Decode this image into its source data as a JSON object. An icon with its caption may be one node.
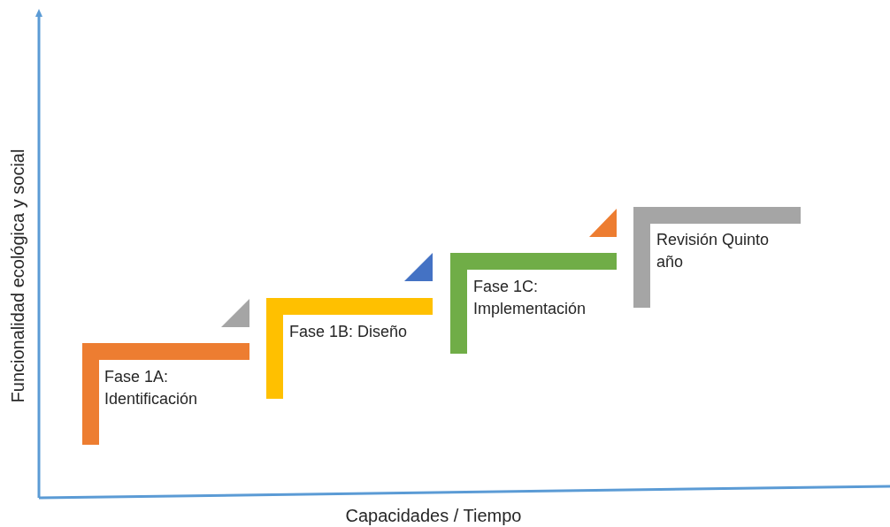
{
  "diagram": {
    "nodes": [
      {
        "text": [
          "Fase 1A: Identificación"
        ]
      },
      {
        "text": [
          "Fase 1B: Diseño"
        ]
      },
      {
        "text": [
          "Fase 1C: Implementación"
        ]
      },
      {
        "text": [
          "Revisión Quinto año"
        ]
      }
    ],
    "edges": [],
    "labels": [
      "Funcionalidad ecológica y social",
      "Capacidades / Tiempo"
    ]
  }
}
